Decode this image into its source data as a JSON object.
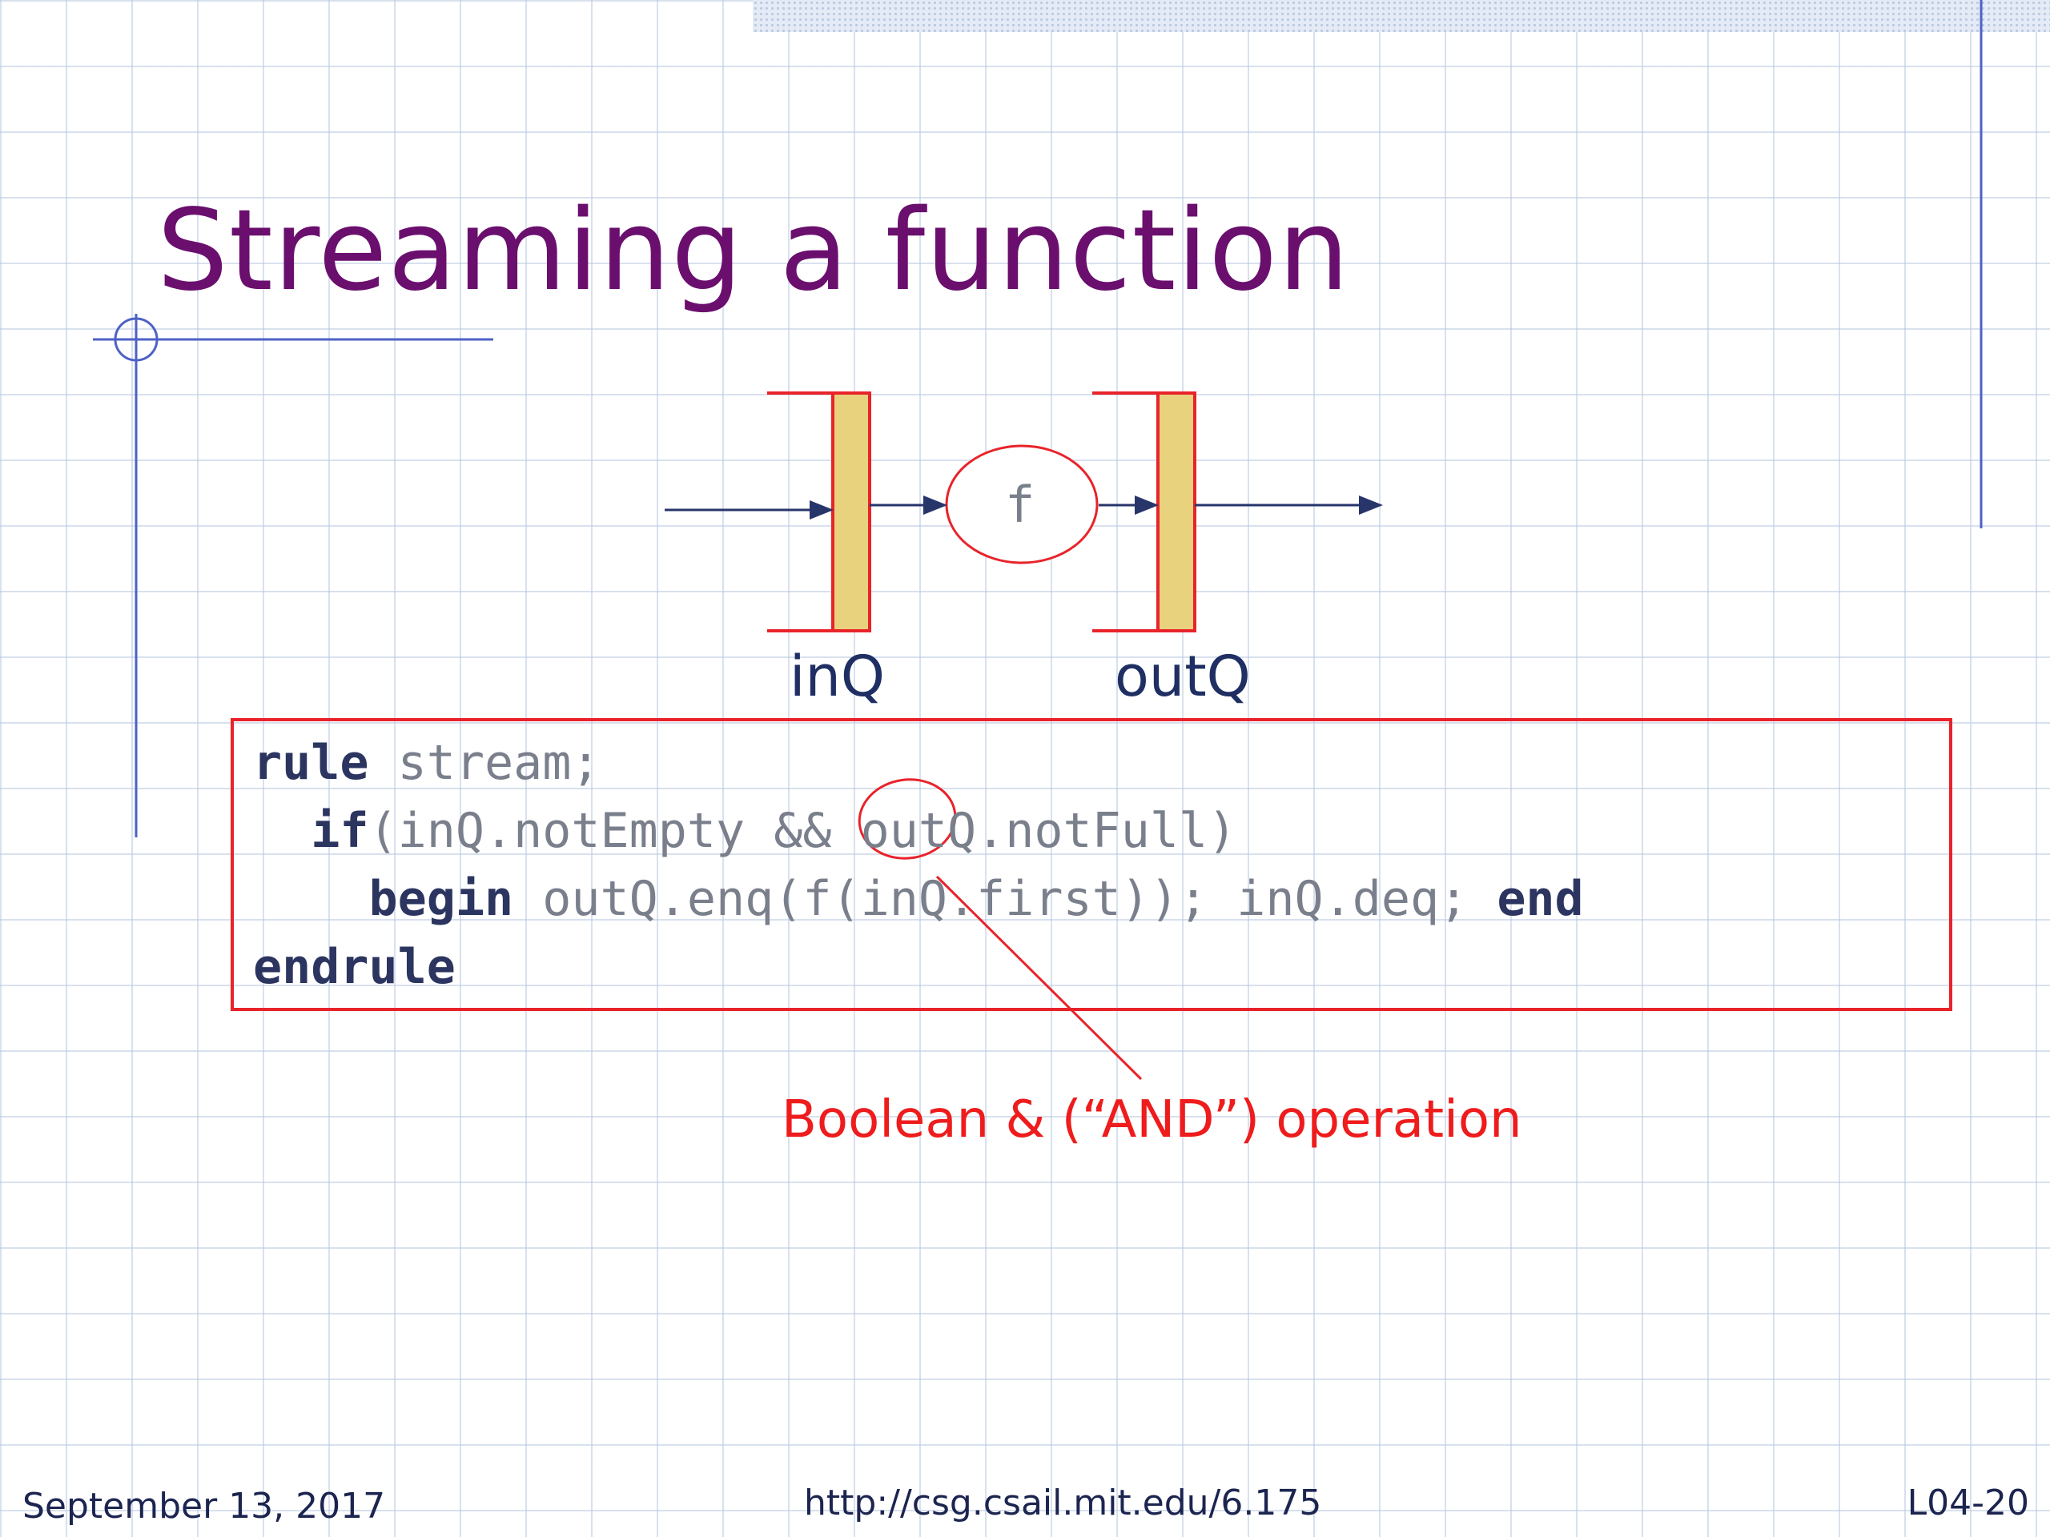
{
  "slide": {
    "title": "Streaming a function",
    "diagram": {
      "func_label": "f",
      "in_queue_label": "inQ",
      "out_queue_label": "outQ",
      "queue_fill_color": "#e8d27e",
      "queue_border_color": "#e8232a",
      "arrow_color": "#27356b"
    },
    "code": {
      "line1": {
        "kw": "rule",
        "rest": " stream;"
      },
      "line2": {
        "indent": "  ",
        "kw": "if",
        "rest": "(inQ.notEmpty && outQ.notFull)"
      },
      "line3": {
        "indent": "    ",
        "kw1": "begin",
        "mid": " outQ.enq(f(inQ.first)); inQ.deq; ",
        "kw2": "end"
      },
      "line4": {
        "kw": "endrule"
      }
    },
    "annotation": "Boolean & (“AND”) operation",
    "footer": {
      "date": "September 13, 2017",
      "url": "http://csg.csail.mit.edu/6.175",
      "slide_number": "L04-20"
    }
  }
}
